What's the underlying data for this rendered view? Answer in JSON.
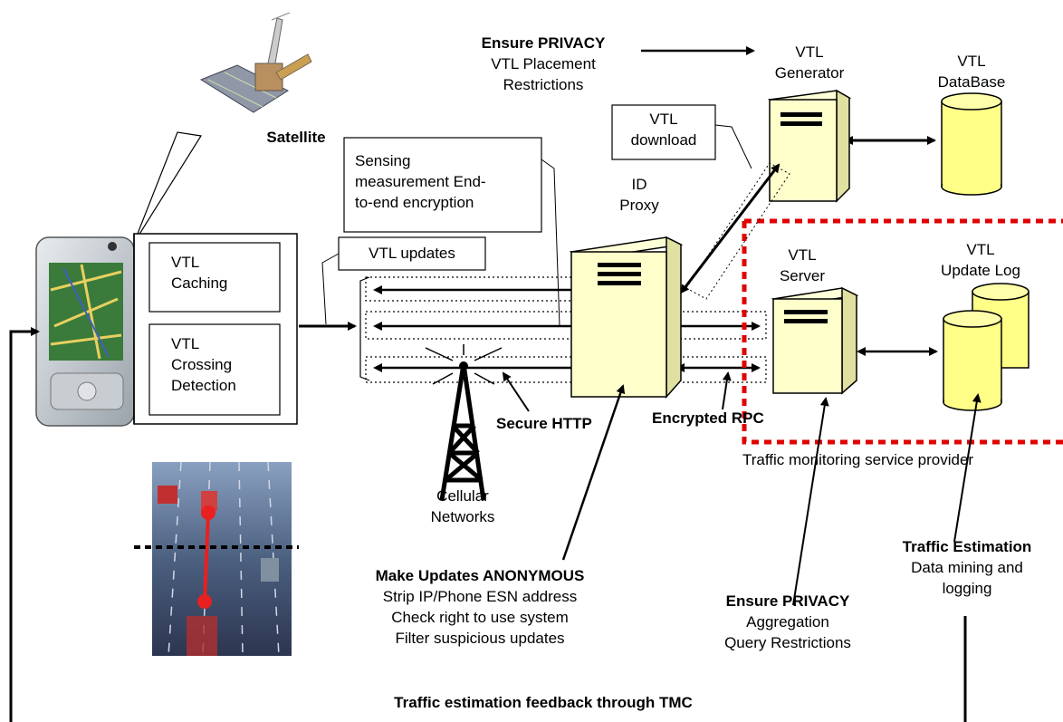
{
  "satellite_label": "Satellite",
  "vtl_box": {
    "caching": [
      "VTL",
      "Caching"
    ],
    "crossing": [
      "VTL",
      "Crossing",
      "Detection"
    ]
  },
  "callouts": {
    "vtl_updates": "VTL updates",
    "sensing": [
      "Sensing",
      "measurement End-",
      "to-end encryption"
    ],
    "vtl_download": [
      "VTL",
      "download"
    ]
  },
  "privacy_top": {
    "title": "Ensure PRIVACY",
    "lines": [
      "VTL Placement",
      "Restrictions"
    ]
  },
  "nodes": {
    "generator": [
      "VTL",
      "Generator"
    ],
    "database": [
      "VTL",
      "DataBase"
    ],
    "proxy": [
      "ID",
      "Proxy"
    ],
    "server": [
      "VTL",
      "Server"
    ],
    "update_log": [
      "VTL",
      "Update Log"
    ]
  },
  "links": {
    "secure_http": "Secure HTTP",
    "encrypted_rpc": "Encrypted RPC",
    "cellular": [
      "Cellular",
      "Networks"
    ]
  },
  "provider_label": "Traffic monitoring service provider",
  "anonymous": {
    "title": "Make Updates ANONYMOUS",
    "lines": [
      "Strip IP/Phone ESN address",
      "Check right to use system",
      "Filter suspicious updates"
    ]
  },
  "privacy_bottom": {
    "title": "Ensure PRIVACY",
    "lines": [
      "Aggregation",
      "Query Restrictions"
    ]
  },
  "traffic_estimation": {
    "title": "Traffic Estimation",
    "lines": [
      "Data mining and",
      "logging"
    ]
  },
  "feedback": "Traffic estimation feedback through TMC",
  "colors": {
    "server_fill": "#ffffcc",
    "db_fill": "#ffff88",
    "provider_border": "#e00000",
    "road": "#4a5f7a",
    "marker": "#e82020"
  }
}
